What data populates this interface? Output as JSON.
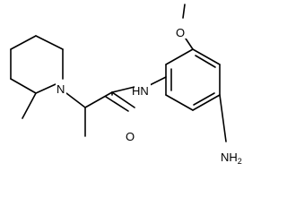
{
  "molecule": {
    "labels": {
      "methoxy_oxygen": "O",
      "piperidine_nitrogen": "N",
      "amide_nitrogen": "HN",
      "carbonyl_oxygen": "O",
      "amine": "NH2"
    }
  }
}
